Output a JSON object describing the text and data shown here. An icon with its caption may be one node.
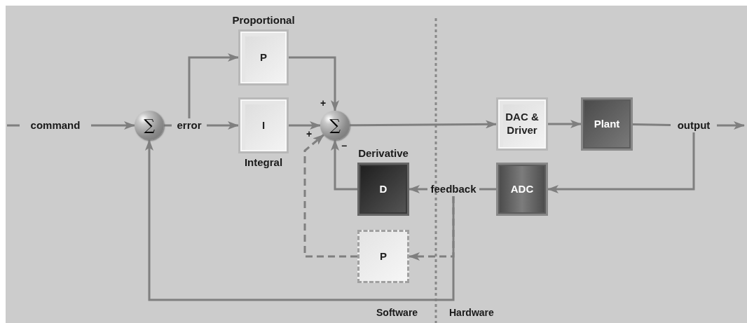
{
  "diagram": {
    "nodes": [
      {
        "text": [
          "command"
        ]
      },
      {
        "text": [
          "∑"
        ]
      },
      {
        "text": [
          "error"
        ]
      },
      {
        "text": [
          "Proportional",
          "P"
        ]
      },
      {
        "text": [
          "I",
          "Integral"
        ]
      },
      {
        "text": [
          "∑"
        ]
      },
      {
        "text": [
          "DAC & Driver"
        ]
      },
      {
        "text": [
          "Plant"
        ]
      },
      {
        "text": [
          "output"
        ]
      },
      {
        "text": [
          "Derivative",
          "D"
        ]
      },
      {
        "text": [
          "feedback"
        ]
      },
      {
        "text": [
          "ADC"
        ]
      },
      {
        "text": [
          "P"
        ]
      }
    ],
    "edges": [
      {
        "from": null,
        "to": 0,
        "arrow": "none"
      },
      {
        "from": 0,
        "to": 1,
        "arrow": "to"
      },
      {
        "from": 1,
        "to": 2,
        "arrow": "none"
      },
      {
        "from": 2,
        "to": 3,
        "arrow": "to"
      },
      {
        "from": 2,
        "to": 4,
        "arrow": "to"
      },
      {
        "from": 3,
        "to": 5,
        "arrow": "to"
      },
      {
        "from": 4,
        "to": 5,
        "arrow": "to"
      },
      {
        "from": 5,
        "to": 6,
        "arrow": "to"
      },
      {
        "from": 6,
        "to": 7,
        "arrow": "to"
      },
      {
        "from": 7,
        "to": 8,
        "arrow": "none"
      },
      {
        "from": 8,
        "to": null,
        "arrow": "to"
      },
      {
        "from": 8,
        "to": 11,
        "arrow": "to"
      },
      {
        "from": 11,
        "to": 10,
        "arrow": "none"
      },
      {
        "from": 10,
        "to": 9,
        "arrow": "to"
      },
      {
        "from": 9,
        "to": 5,
        "arrow": "to"
      },
      {
        "from": 10,
        "to": 12,
        "arrow": "to",
        "style": "dashed"
      },
      {
        "from": 12,
        "to": 5,
        "arrow": "to",
        "style": "dashed"
      },
      {
        "from": 10,
        "to": 1,
        "arrow": "to"
      }
    ],
    "labels": [
      "+",
      "+",
      "−",
      "Software",
      "Hardware"
    ]
  }
}
